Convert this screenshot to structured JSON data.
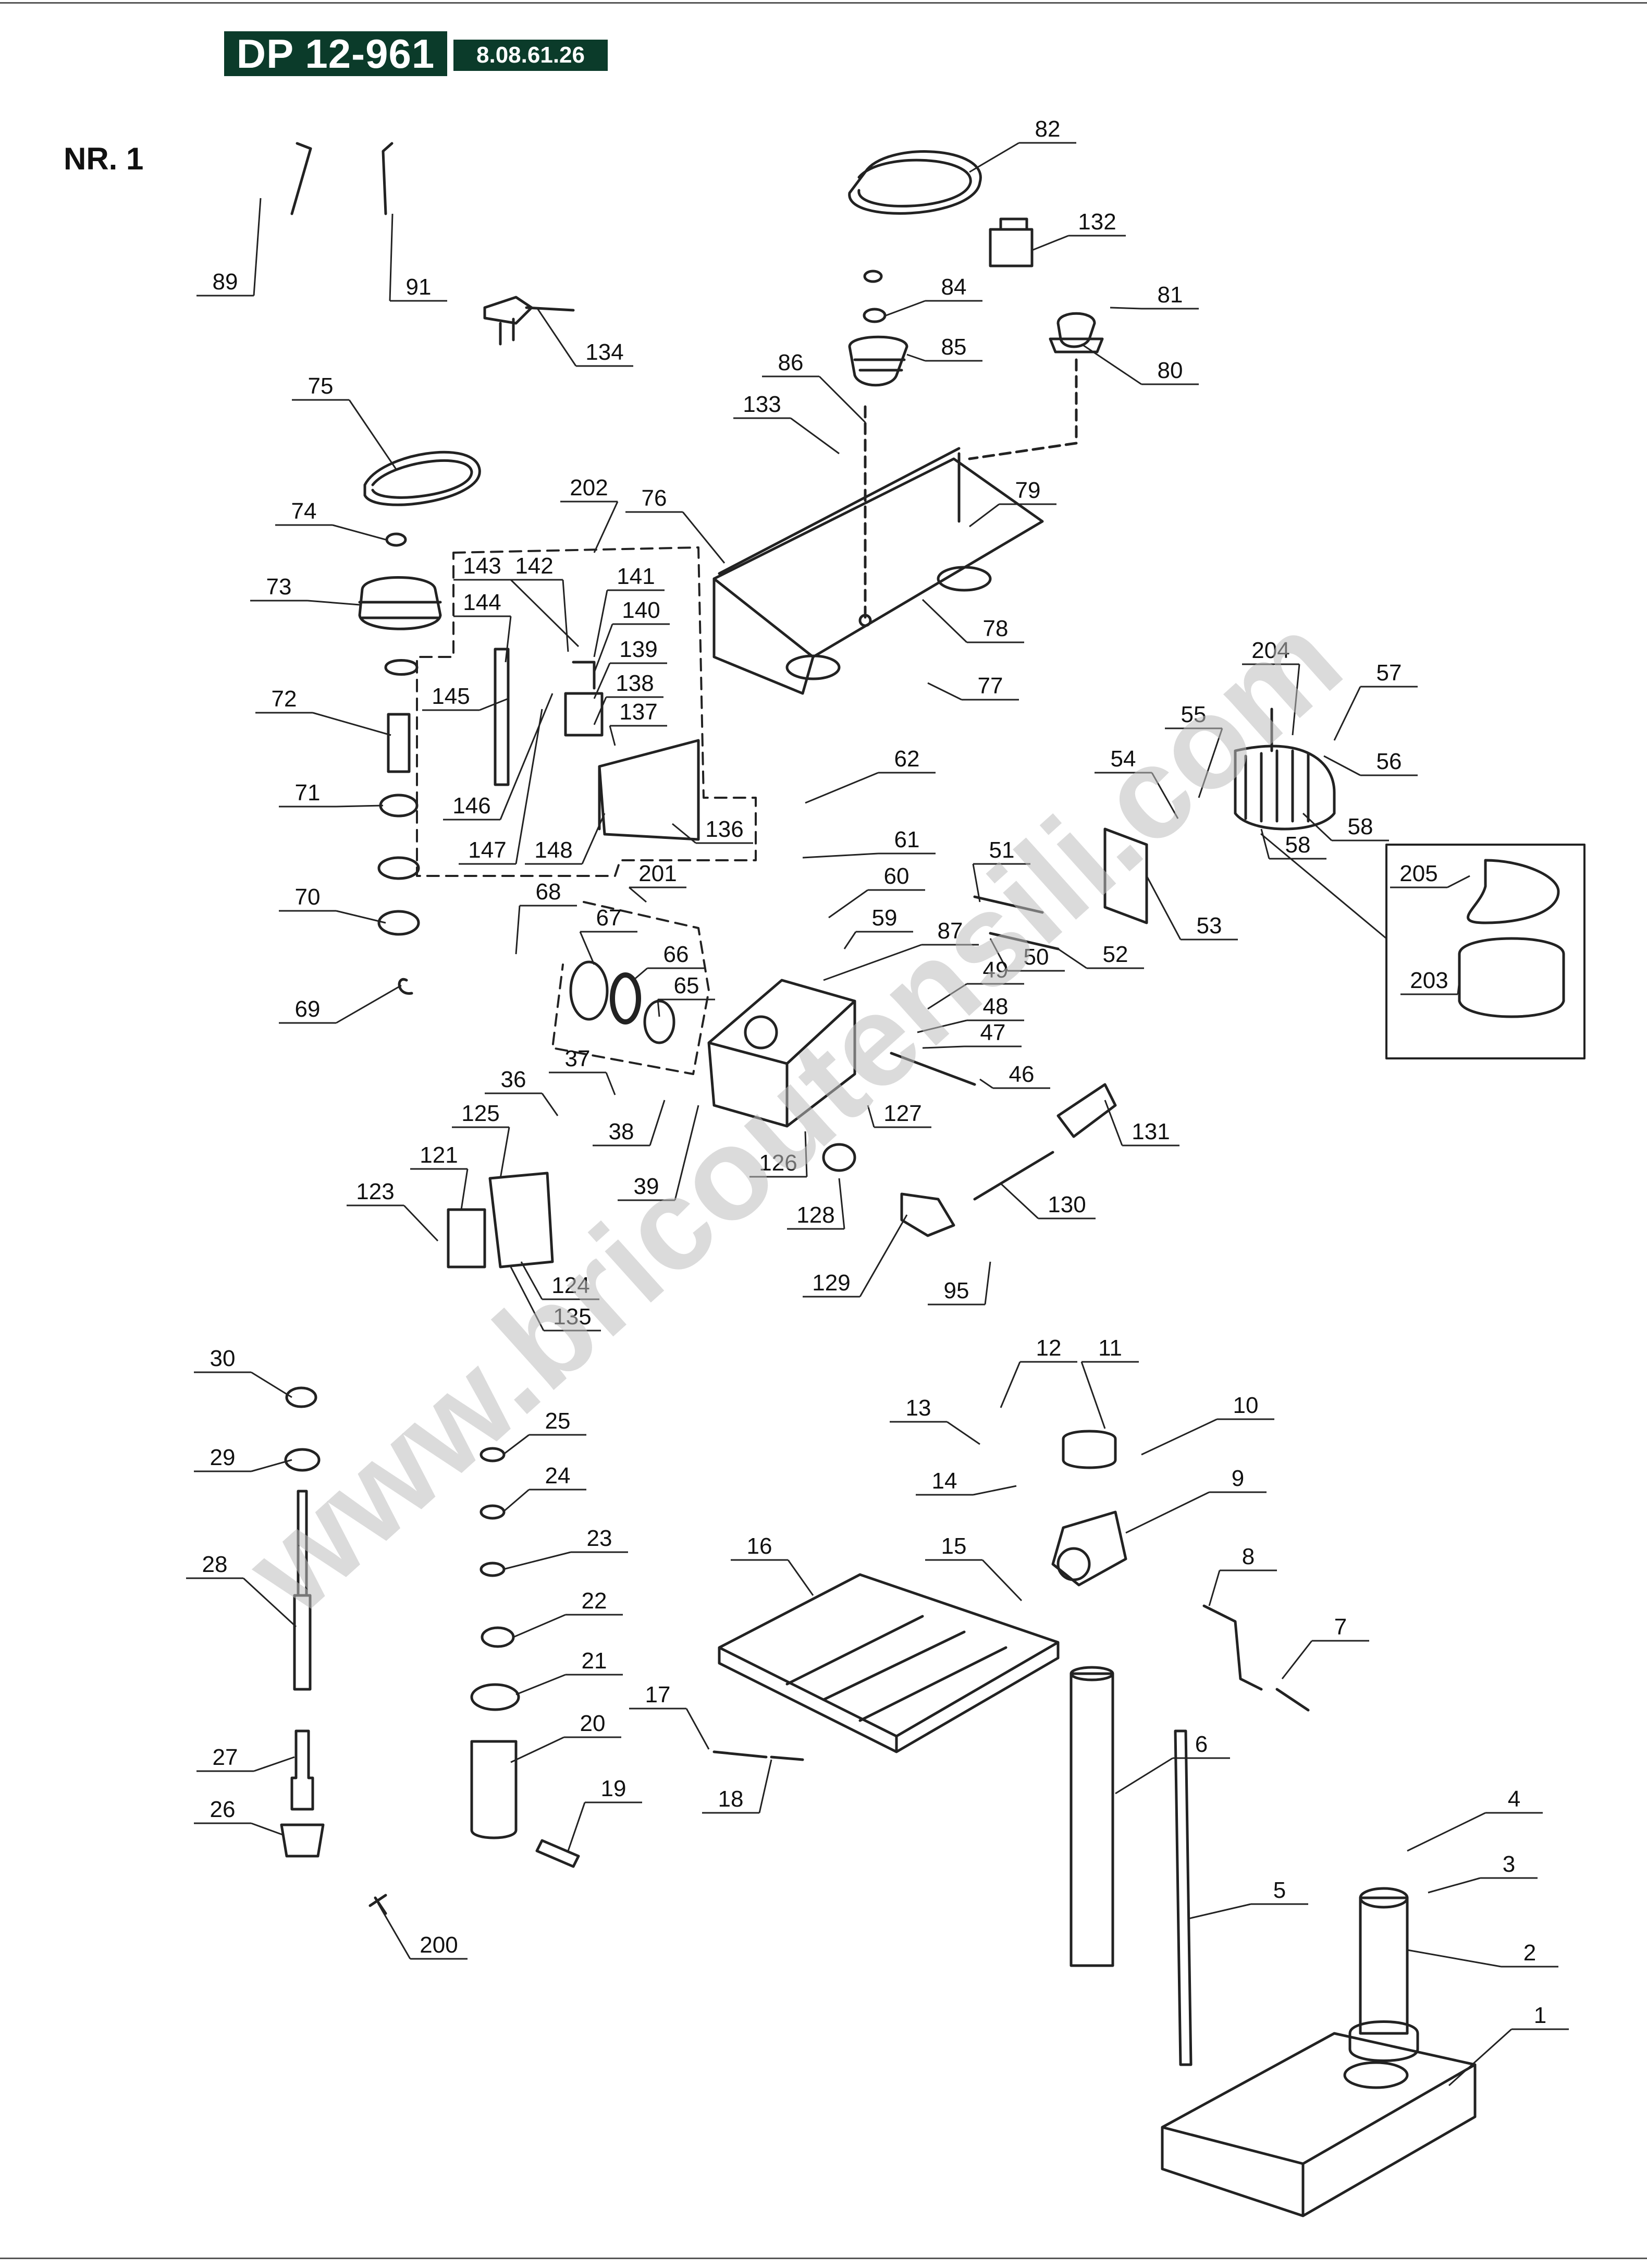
{
  "header": {
    "model": "DP 12-961",
    "code": "8.08.61.26",
    "page_label": "NR. 1"
  },
  "watermark": "www.bricoutensili.com",
  "diagram": {
    "callouts": [
      "1",
      "2",
      "3",
      "4",
      "5",
      "6",
      "7",
      "8",
      "9",
      "10",
      "11",
      "12",
      "13",
      "14",
      "15",
      "16",
      "17",
      "18",
      "19",
      "20",
      "21",
      "22",
      "23",
      "24",
      "25",
      "26",
      "27",
      "28",
      "29",
      "30",
      "36",
      "37",
      "38",
      "39",
      "46",
      "47",
      "48",
      "49",
      "50",
      "51",
      "52",
      "53",
      "54",
      "55",
      "56",
      "57",
      "58",
      "58",
      "59",
      "60",
      "61",
      "62",
      "65",
      "66",
      "67",
      "68",
      "69",
      "70",
      "71",
      "72",
      "73",
      "74",
      "75",
      "76",
      "77",
      "78",
      "79",
      "80",
      "81",
      "82",
      "84",
      "85",
      "86",
      "87",
      "89",
      "91",
      "95",
      "121",
      "123",
      "124",
      "125",
      "126",
      "127",
      "128",
      "129",
      "130",
      "131",
      "132",
      "133",
      "134",
      "135",
      "136",
      "137",
      "138",
      "139",
      "140",
      "141",
      "142",
      "143",
      "144",
      "145",
      "146",
      "147",
      "148",
      "200",
      "201",
      "202",
      "203",
      "204",
      "205"
    ]
  }
}
